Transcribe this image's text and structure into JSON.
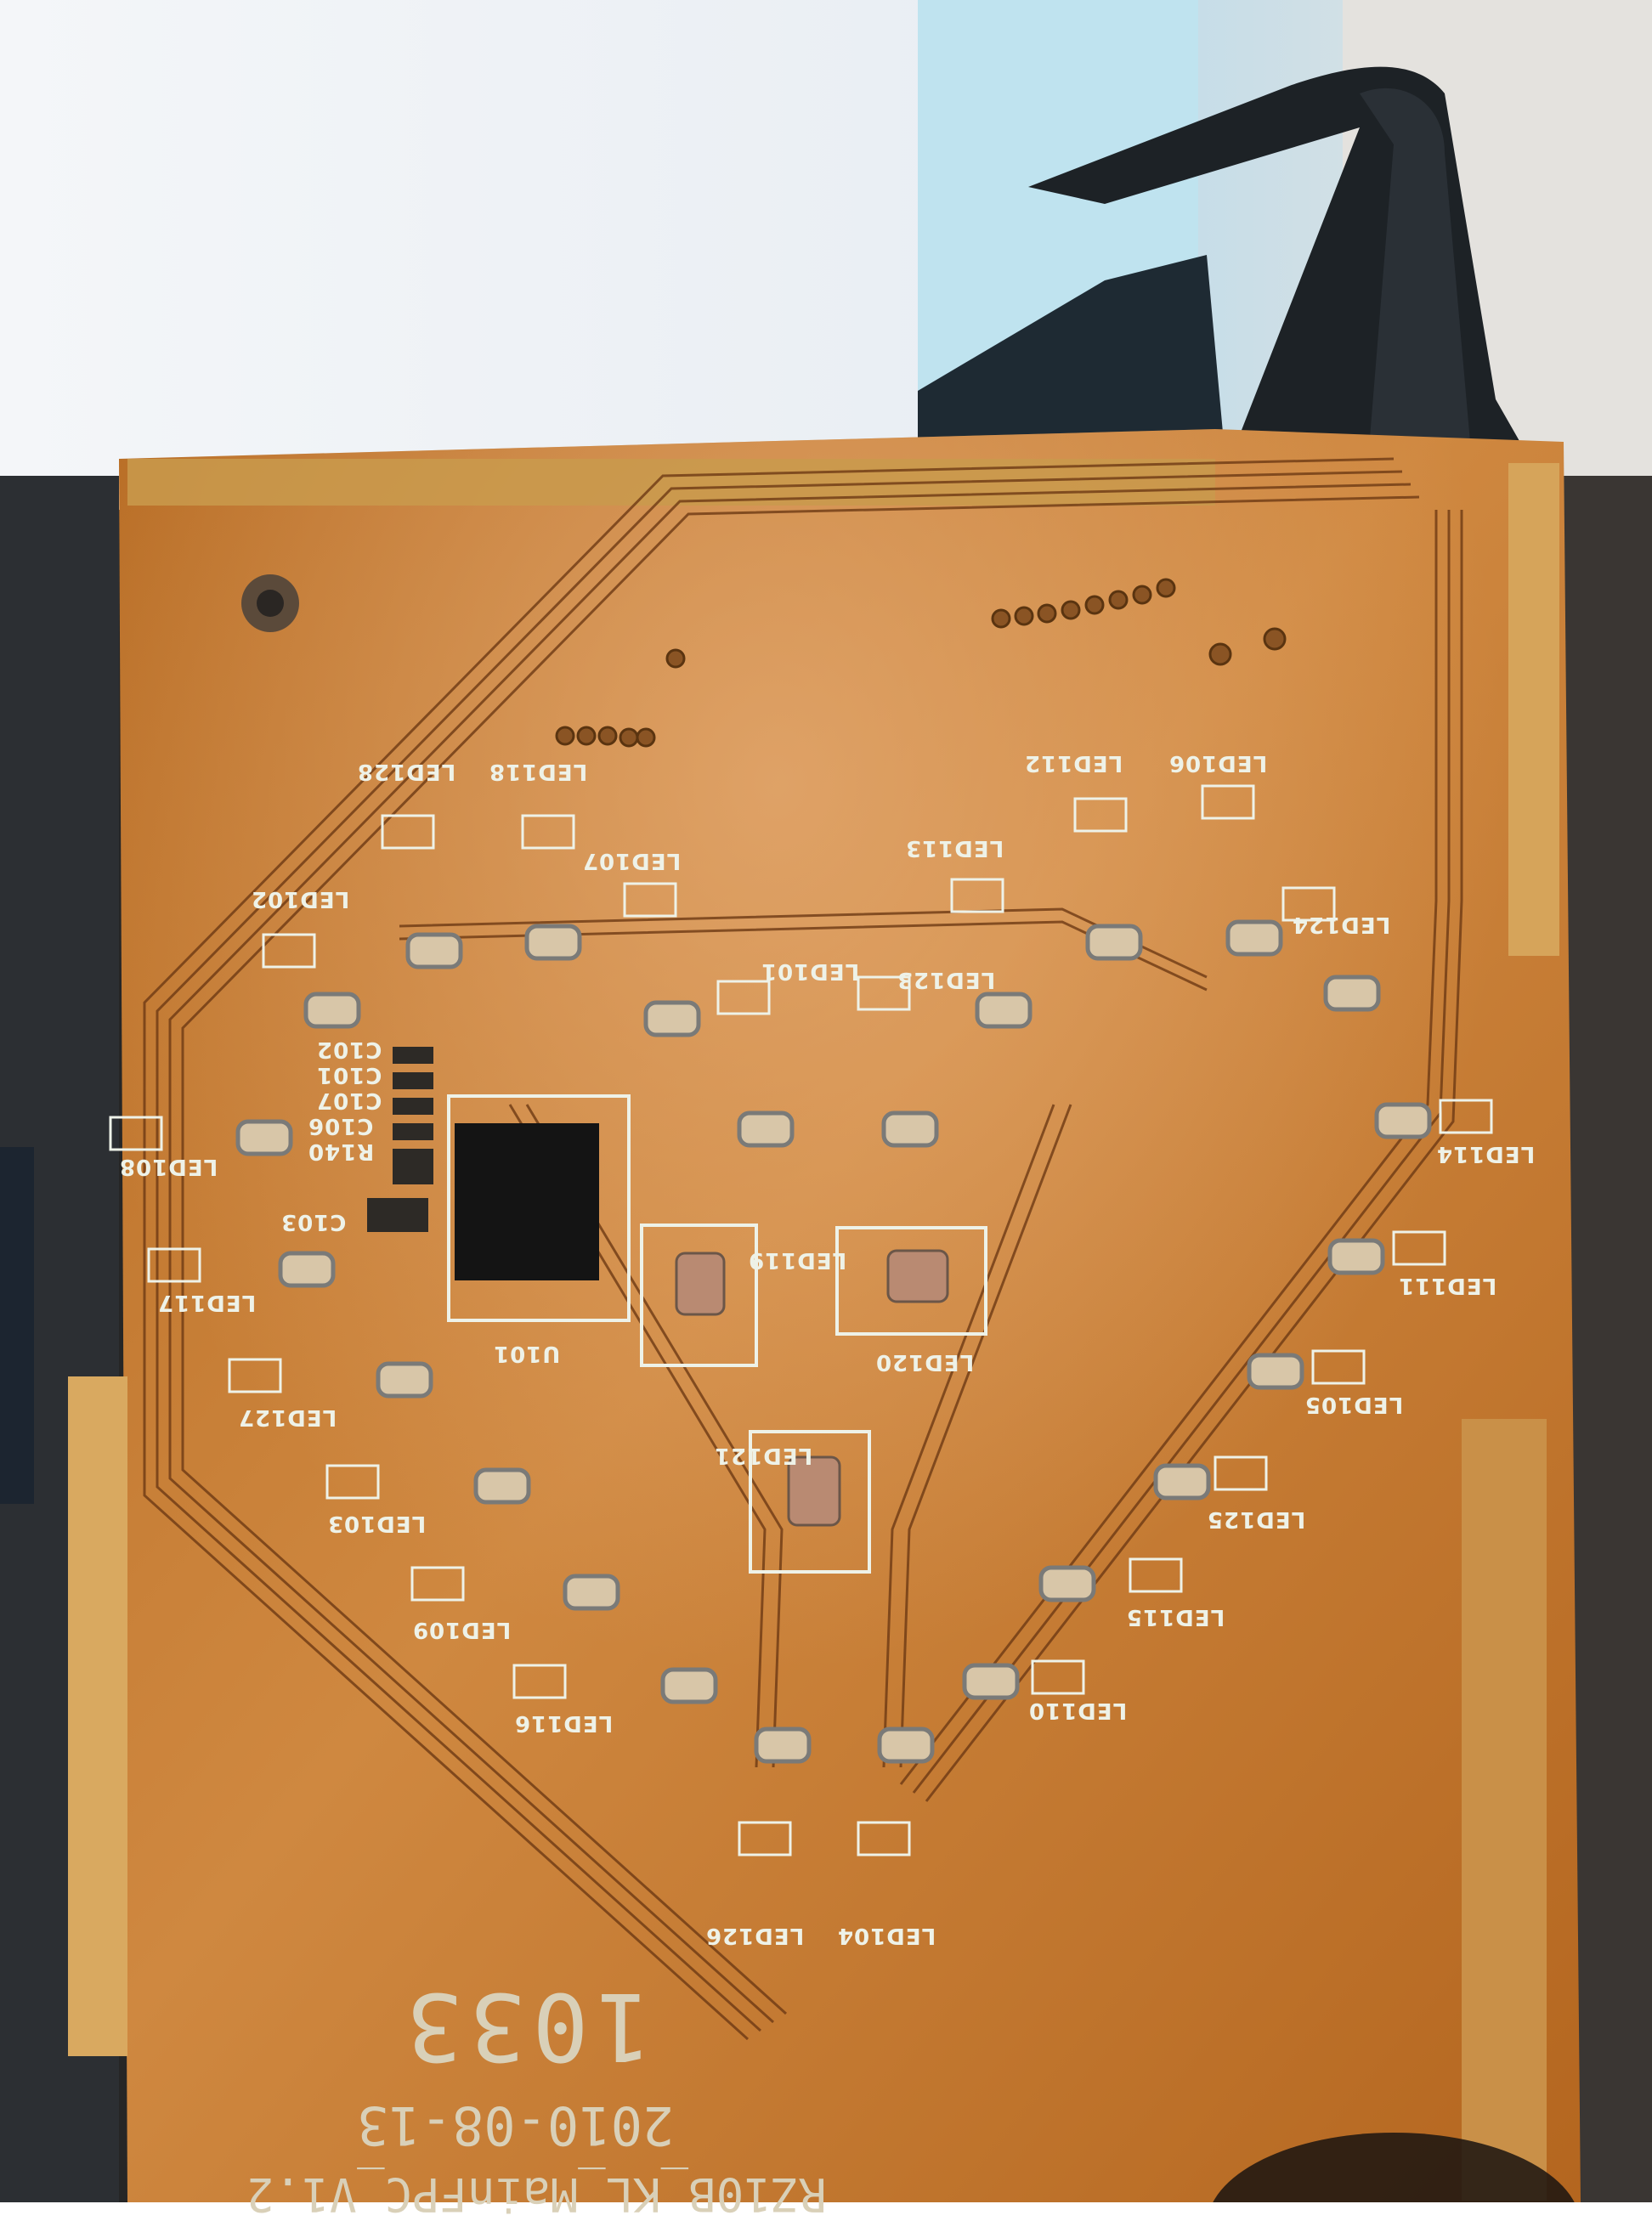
{
  "photo": {
    "board_code": "1033",
    "date": "2010-08-13",
    "board_name": "RZ10B_KL_MainFPC_V1.2",
    "chip_label": "U101",
    "component_labels": {
      "c102": "C102",
      "c101": "C101",
      "c107": "C107",
      "c106": "C106",
      "r140": "R140",
      "c103": "C103"
    },
    "led_labels": [
      "LED128",
      "LED118",
      "LED107",
      "LED113",
      "LED112",
      "LED106",
      "LED102",
      "LED101",
      "LED123",
      "LED124",
      "LED108",
      "LED114",
      "LED117",
      "LED119",
      "LED120",
      "LED111",
      "LED127",
      "LED105",
      "LED121",
      "LED103",
      "LED125",
      "LED109",
      "LED115",
      "LED116",
      "LED110",
      "LED126",
      "LED104"
    ],
    "colors": {
      "pcb": "#c77a2e",
      "trace": "#6e3a14",
      "silkscreen": "#eef2e8",
      "background_light": "#f5f7fa",
      "cable": "#1d2226"
    }
  }
}
